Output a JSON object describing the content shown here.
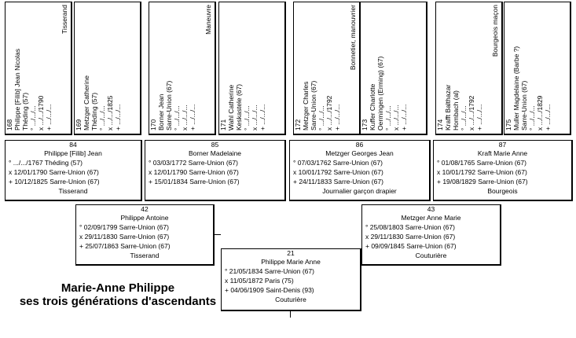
{
  "title": {
    "line1": "Marie-Anne Philippe",
    "line2": "ses trois générations d'ascendants"
  },
  "gen4": [
    {
      "num": "168",
      "name": "Philippe [Filib] Jean Nicolas",
      "place": "Théding (57)",
      "birth": "° .../.../...",
      "marriage": "x .../.../1790",
      "death": "+ .../.../...",
      "occupation": "Tisserand"
    },
    {
      "num": "169",
      "name": "Metzger Catherine",
      "place": "Théding (57)",
      "birth": "° .../.../...",
      "marriage": "x .../.../1825",
      "death": "+ .../.../...",
      "occupation": ""
    },
    {
      "num": "170",
      "name": "Borner Jean",
      "place": "Sarre-Union (67)",
      "birth": "° .../.../...",
      "marriage": "x .../.../...",
      "death": "+ .../.../...",
      "occupation": "Maneuvre"
    },
    {
      "num": "171",
      "name": "Wahl Catherine",
      "place": "Keskastele (67)",
      "birth": "° .../.../...",
      "marriage": "x .../.../...",
      "death": "+ .../.../...",
      "occupation": ""
    },
    {
      "num": "172",
      "name": "Metzger Charles",
      "place": "Sarre-Union (67)",
      "birth": "° .../.../...",
      "marriage": "x .../.../1792",
      "death": "+ .../.../...",
      "occupation": "Bonnetier, manouvrier"
    },
    {
      "num": "173",
      "name": "Kuffer Charlotte",
      "place": "Oermingen (Erming) (67)",
      "birth": "° .../.../...",
      "marriage": "x .../.../...",
      "death": "+ .../.../...",
      "occupation": ""
    },
    {
      "num": "174",
      "name": "Krafft Balthazar",
      "place": "Hombach (al)",
      "birth": "° .../.../...",
      "marriage": "x .../.../1792",
      "death": "+ .../.../...",
      "occupation": "Bourgeois maçon"
    },
    {
      "num": "175",
      "name": "Muller Magdelaine (Barbe ?)",
      "place": "Sarre-Union (67)",
      "birth": "° .../.../...",
      "marriage": "x .../.../1829",
      "death": "+ .../.../...",
      "occupation": ""
    }
  ],
  "gen3": [
    {
      "num": "84",
      "name": "Philippe [Filib] Jean",
      "birth": "° .../.../1767 Théding (57)",
      "marriage": "x 12/01/1790 Sarre-Union (67)",
      "death": "+ 10/12/1825 Sarre-Union (67)",
      "occupation": "Tisserand"
    },
    {
      "num": "85",
      "name": "Borner Madelaine",
      "birth": "° 03/03/1772 Sarre-Union (67)",
      "marriage": "x 12/01/1790 Sarre-Union (67)",
      "death": "+ 15/01/1834 Sarre-Union (67)",
      "occupation": ""
    },
    {
      "num": "86",
      "name": "Metzger Georges Jean",
      "birth": "° 07/03/1762 Sarre-Union (67)",
      "marriage": "x 10/01/1792 Sarre-Union (67)",
      "death": "+ 24/11/1833 Sarre-Union (67)",
      "occupation": "Journalier garçon drapier"
    },
    {
      "num": "87",
      "name": "Kraft Marie Anne",
      "birth": "° 01/08/1765 Sarre-Union (67)",
      "marriage": "x 10/01/1792 Sarre-Union (67)",
      "death": "+ 19/08/1829 Sarre-Union (67)",
      "occupation": "Bourgeois"
    }
  ],
  "gen2": [
    {
      "num": "42",
      "name": "Philippe Antoine",
      "birth": "° 02/09/1799 Sarre-Union (67)",
      "marriage": "x 29/11/1830 Sarre-Union (67)",
      "death": "+ 25/07/1863 Sarre-Union (67)",
      "occupation": "Tisserand"
    },
    {
      "num": "43",
      "name": "Metzger Anne Marie",
      "birth": "° 25/08/1803 Sarre-Union (67)",
      "marriage": "x 29/11/1830 Sarre-Union (67)",
      "death": "+ 09/09/1845 Sarre-Union (67)",
      "occupation": "Couturière"
    }
  ],
  "gen1": {
    "num": "21",
    "name": "Philippe Marie Anne",
    "birth": "° 21/05/1834 Sarre-Union (67)",
    "marriage": "x 11/05/1872 Paris (75)",
    "death": "+ 04/06/1909 Saint-Denis (93)",
    "occupation": "Couturière"
  }
}
